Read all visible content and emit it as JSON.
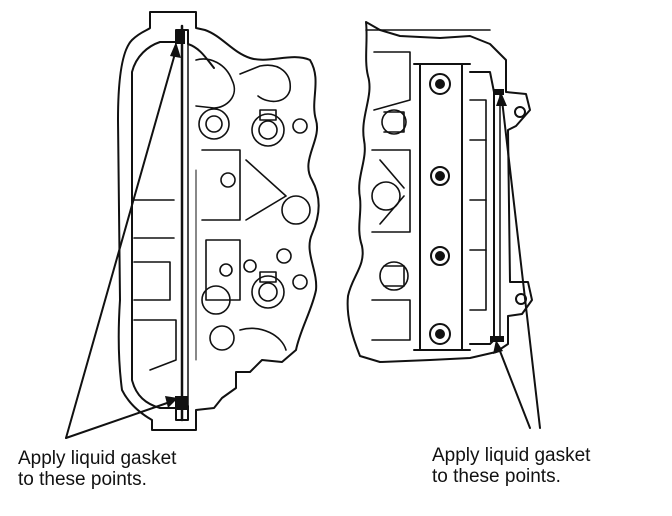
{
  "callouts": {
    "left": {
      "line1": "Apply liquid gasket",
      "line2": "to these points."
    },
    "right": {
      "line1": "Apply liquid gasket",
      "line2": "to these points."
    }
  },
  "colors": {
    "ink": "#111111",
    "paper": "#ffffff"
  }
}
